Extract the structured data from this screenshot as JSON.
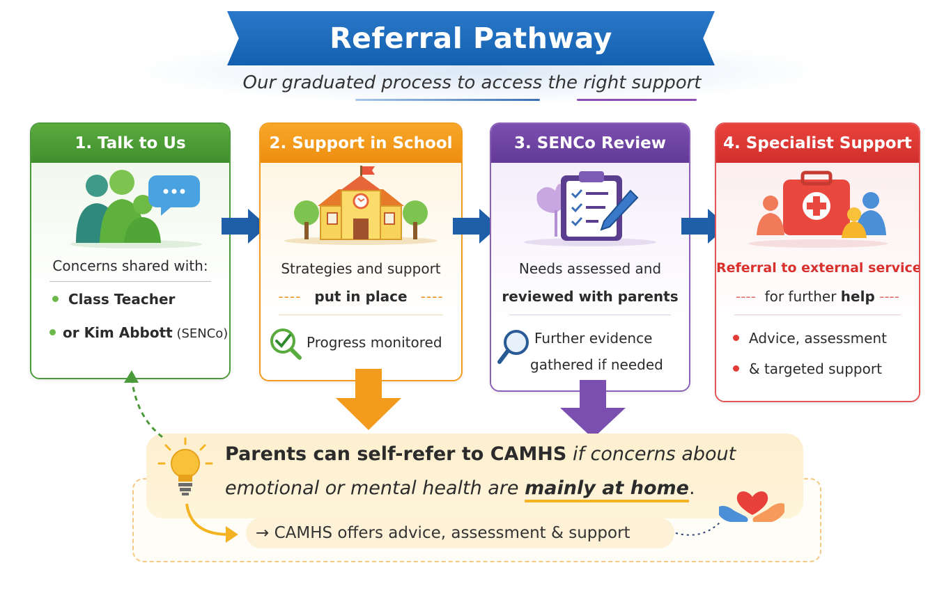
{
  "header": {
    "title": "Referral Pathway",
    "subtitle": "Our graduated process to access the right support"
  },
  "steps": [
    {
      "title": "1. Talk to Us",
      "intro": "Concerns shared with:",
      "bullet1": "Class Teacher",
      "bullet2_prefix": "or ",
      "bullet2_name": "Kim Abbott",
      "bullet2_suffix": " (SENCo)"
    },
    {
      "title": "2. Support in School",
      "line1": "Strategies and support",
      "line2": "put in place",
      "note": "Progress monitored"
    },
    {
      "title": "3. SENCo Review",
      "line1": "Needs assessed and",
      "line2": "reviewed with parents",
      "note_line1": "Further evidence",
      "note_line2": "gathered if needed"
    },
    {
      "title": "4. Specialist Support",
      "line1": "Referral to external services",
      "line2_prefix": "for further ",
      "line2_bold": "help",
      "bullet1": "Advice, assessment",
      "bullet2": "& targeted support"
    }
  ],
  "callout": {
    "bold_part": "Parents can self-refer to CAMHS",
    "italic_part1": " if concerns about",
    "italic_part2": "emotional or mental health are ",
    "highlight": "mainly at home",
    "end": ".",
    "pill": "→ CAMHS offers advice, assessment & support"
  },
  "colors": {
    "blue": "#1460b0",
    "green": "#4a9a3a",
    "orange": "#f29b1d",
    "purple": "#7b4fb0",
    "red": "#d12f2d"
  }
}
